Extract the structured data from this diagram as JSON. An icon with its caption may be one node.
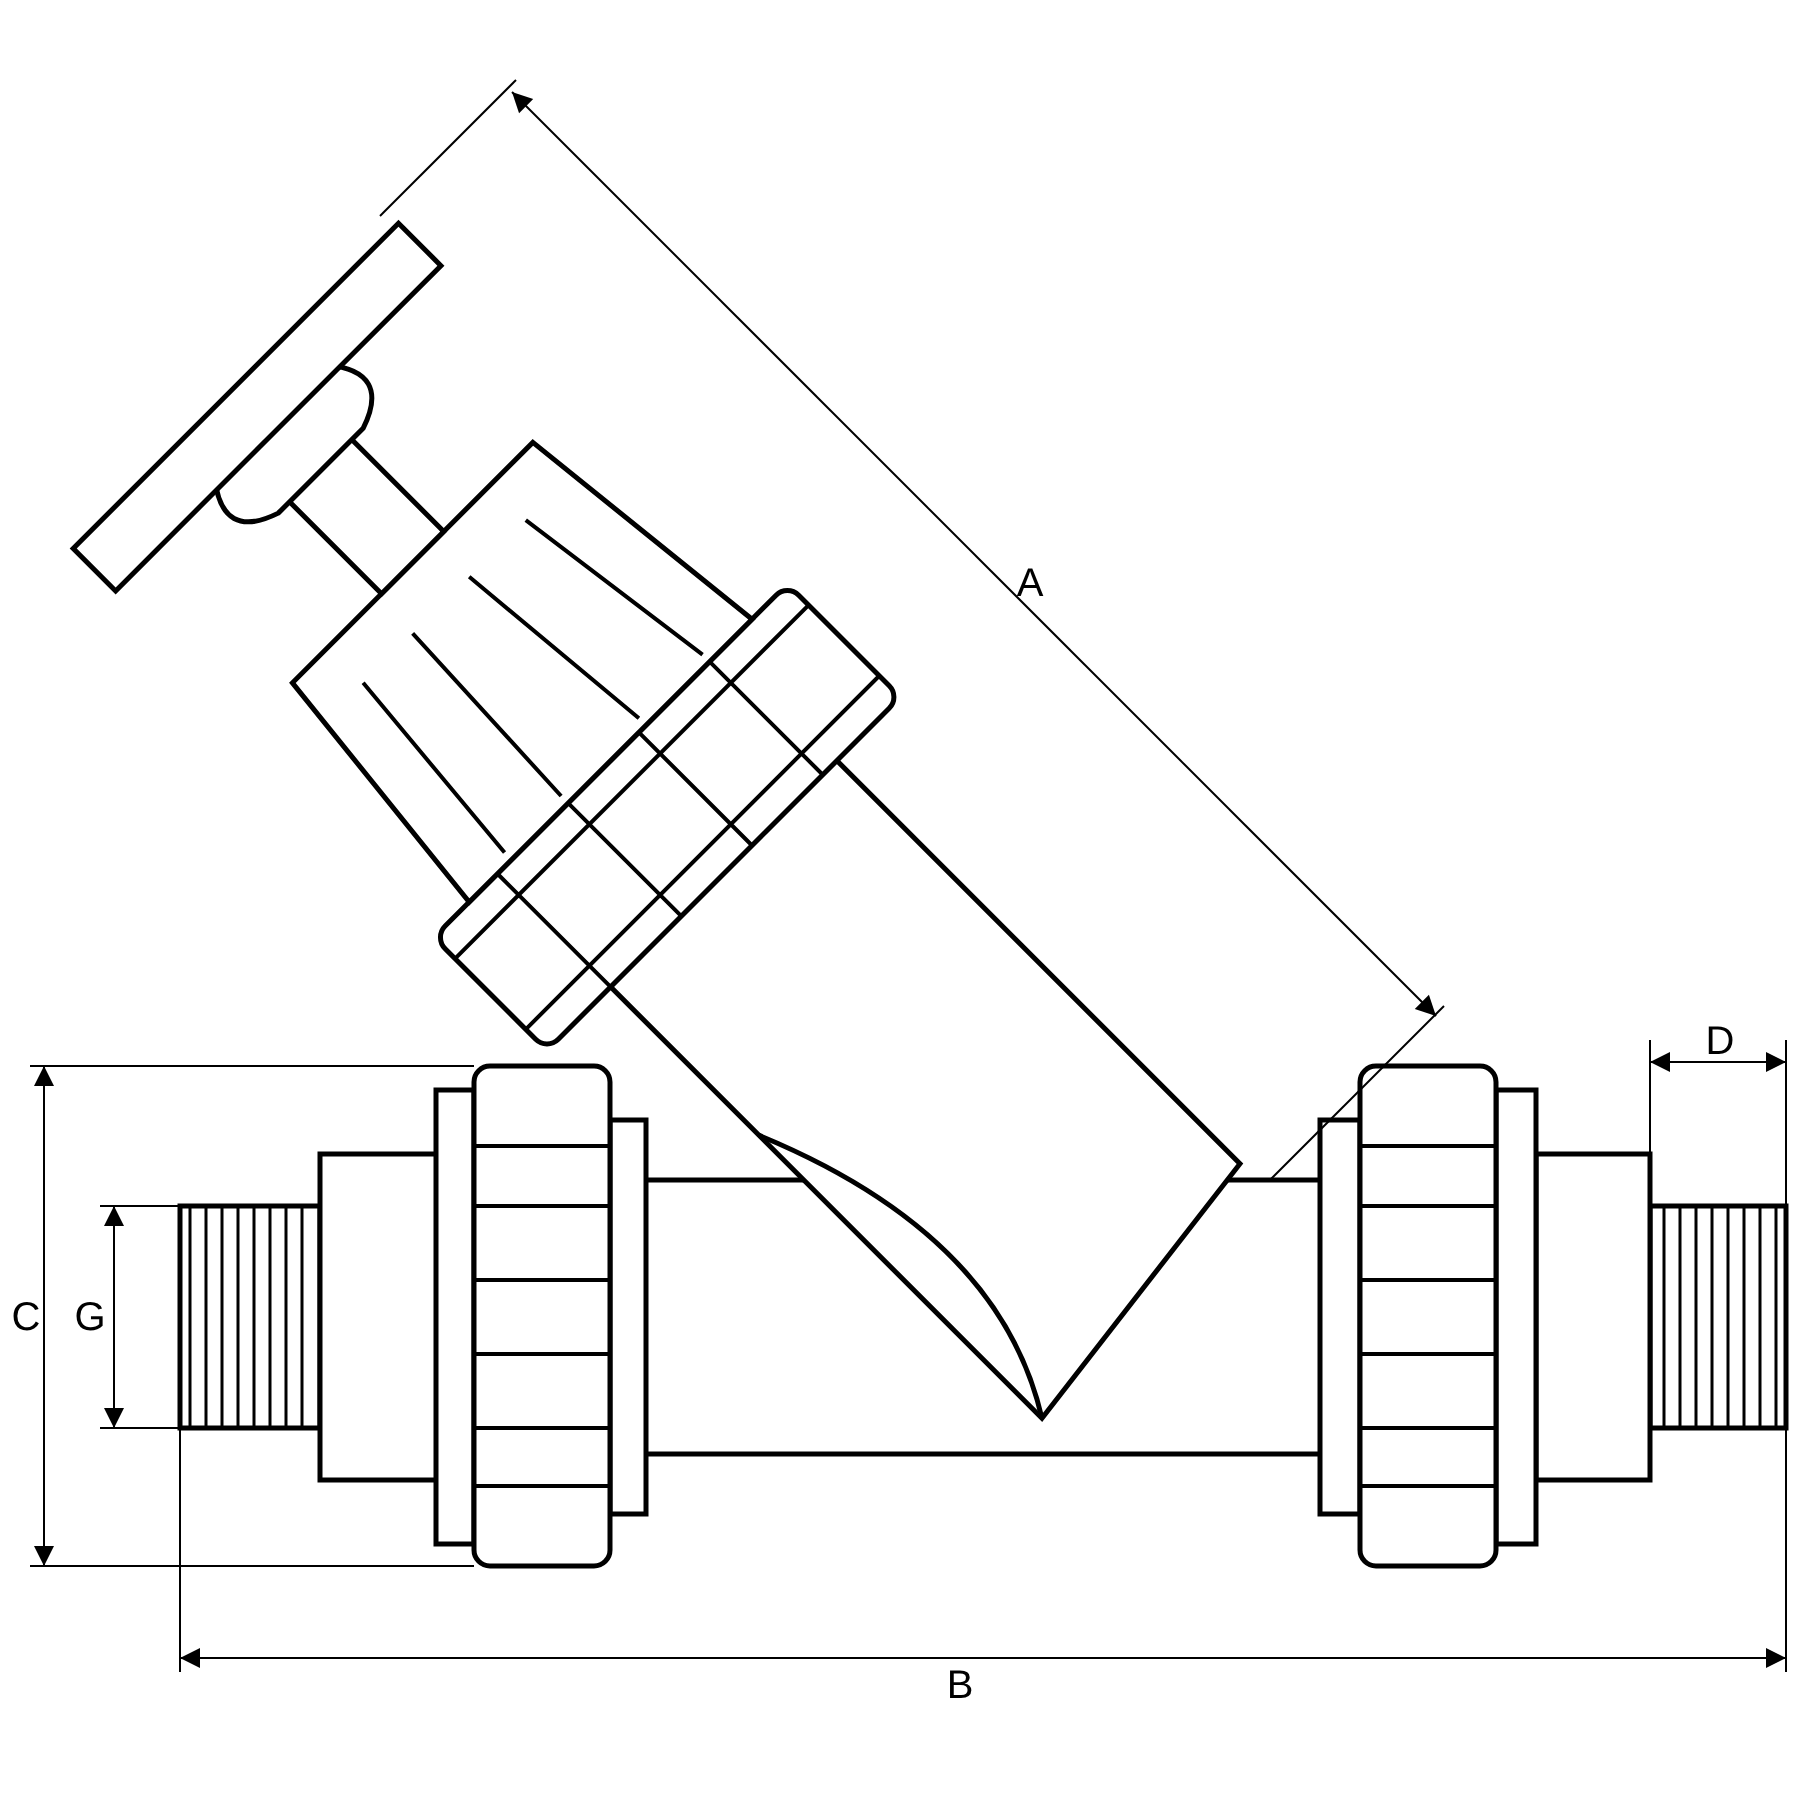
{
  "diagram": {
    "labels": [
      "A",
      "D",
      "C",
      "G",
      "B"
    ]
  }
}
